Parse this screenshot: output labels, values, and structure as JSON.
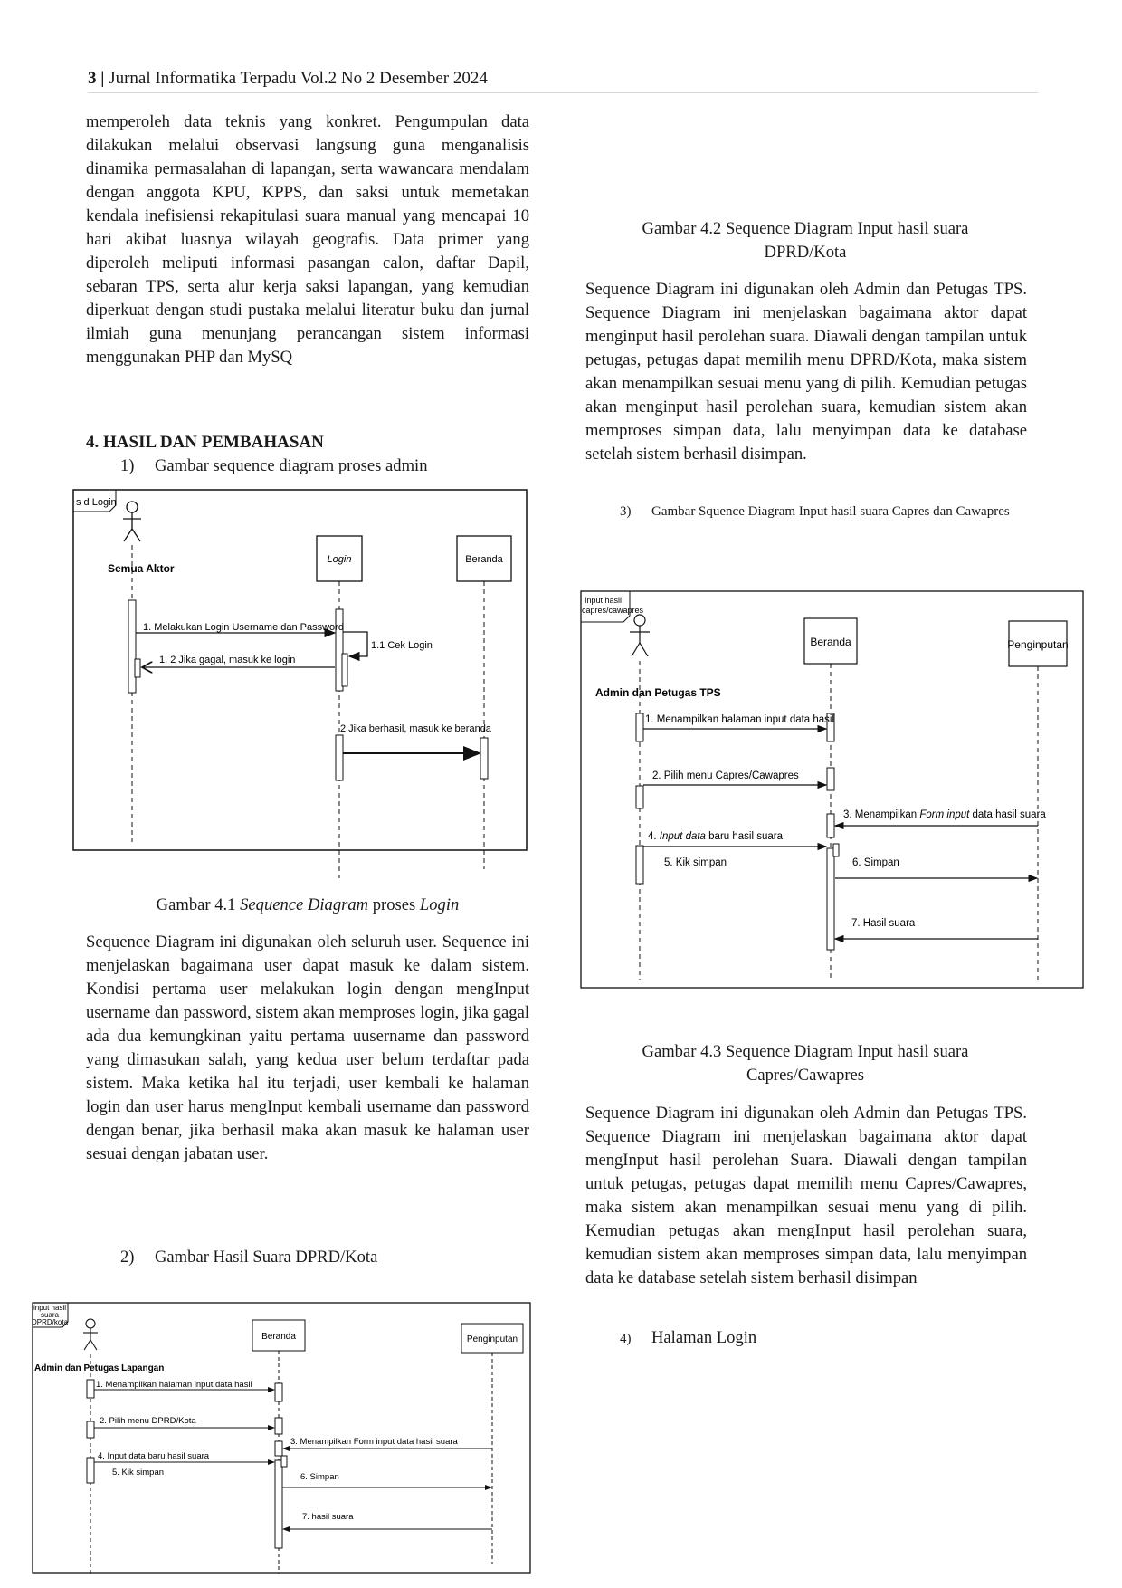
{
  "header": {
    "page_number": "3",
    "separator": "|",
    "journal": "Jurnal Informatika Terpadu Vol.2  No 2 Desember 2024"
  },
  "left": {
    "intro_paragraph": "memperoleh data teknis yang konkret. Pengumpulan data dilakukan melalui observasi langsung guna menganalisis dinamika permasalahan di lapangan, serta wawancara mendalam dengan anggota KPU, KPPS, dan saksi untuk memetakan kendala inefisiensi rekapitulasi suara manual yang mencapai 10 hari akibat luasnya wilayah geografis. Data primer yang diperoleh meliputi informasi pasangan calon, daftar Dapil, sebaran TPS, serta alur kerja saksi lapangan, yang kemudian diperkuat dengan studi pustaka melalui literatur buku dan jurnal ilmiah guna menunjang perancangan sistem informasi menggunakan PHP dan MySQ",
    "section_heading": "4. HASIL DAN PEMBAHASAN",
    "item1": {
      "num": "1)",
      "text": "Gambar sequence diagram proses admin"
    },
    "caption1": {
      "prefix": "Gambar 4.1 ",
      "italic1": "Sequence Diagram",
      "middle": " proses ",
      "italic2": "Login"
    },
    "paragraph1": "Sequence Diagram ini digunakan oleh seluruh user. Sequence ini menjelaskan bagaimana user dapat masuk ke dalam sistem. Kondisi pertama user melakukan login dengan mengInput username dan password, sistem akan memproses login, jika gagal ada dua kemungkinan yaitu pertama uusername dan password yang dimasukan salah, yang kedua user belum terdaftar pada sistem. Maka ketika hal itu terjadi, user kembali ke halaman login dan user harus mengInput kembali username dan password dengan benar, jika berhasil maka akan masuk ke halaman  user sesuai dengan jabatan user.",
    "item2": {
      "num": "2)",
      "text": "Gambar Hasil Suara DPRD/Kota"
    }
  },
  "right": {
    "caption2_line1": "Gambar 4.2 Sequence Diagram Input hasil suara",
    "caption2_line2": "DPRD/Kota",
    "paragraph2": "Sequence Diagram ini digunakan oleh Admin dan Petugas TPS. Sequence Diagram ini menjelaskan bagaimana aktor dapat menginput hasil perolehan suara. Diawali dengan tampilan untuk petugas, petugas dapat memilih menu DPRD/Kota, maka sistem akan menampilkan sesuai menu yang di pilih. Kemudian petugas  akan menginput hasil perolehan suara, kemudian sistem akan memproses simpan data, lalu menyimpan data ke database setelah sistem berhasil disimpan.",
    "item3": {
      "num": "3)",
      "text": "Gambar Squence Diagram Input hasil suara Capres dan Cawapres"
    },
    "caption3_line1": "Gambar 4.3 Sequence Diagram Input hasil suara",
    "caption3_line2": "Capres/Cawapres",
    "paragraph3": "Sequence Diagram ini digunakan oleh Admin dan Petugas TPS. Sequence Diagram ini menjelaskan bagaimana aktor dapat mengInput hasil perolehan Suara. Diawali dengan tampilan untuk petugas, petugas dapat memilih menu Capres/Cawapres, maka sistem akan menampilkan sesuai menu yang di pilih. Kemudian petugas  akan mengInput hasil perolehan suara, kemudian sistem akan memproses simpan data, lalu menyimpan data ke database setelah sistem berhasil disimpan",
    "item4": {
      "num": "4)",
      "text": "Halaman Login"
    }
  },
  "diagram1": {
    "frame_label": "s d Login",
    "actor": "Semua Aktor",
    "obj1": "Login",
    "obj2": "Beranda",
    "m1": "1. Melakukan Login Username dan Password",
    "m11": "1.1 Cek Login",
    "m12": "1. 2 Jika gagal, masuk ke login",
    "m2": "2 Jika berhasil, masuk ke beranda"
  },
  "diagram2": {
    "frame_label_1": "input hasil",
    "frame_label_2": "suara",
    "frame_label_3": "DPRD/kota",
    "actor": "Admin dan Petugas Lapangan",
    "obj1": "Beranda",
    "obj2": "Penginputan",
    "m1": "1. Menampilkan halaman input data hasil",
    "m2": "2. Pilih menu DPRD/Kota",
    "m3": "3. Menampilkan Form input data hasil suara",
    "m4": "4. Input data baru hasil suara",
    "m5": "5. Kik simpan",
    "m6": "6. Simpan",
    "m7": "7. hasil suara"
  },
  "diagram3": {
    "frame_label_1": "Input hasil",
    "frame_label_2": "capres/cawapres",
    "actor": "Admin dan Petugas TPS",
    "obj1": "Beranda",
    "obj2": "Penginputan",
    "m1": "1. Menampilkan halaman input data hasil",
    "m2": "2. Pilih menu Capres/Cawapres",
    "m3_a": "3. Menampilkan ",
    "m3_b": "Form input",
    "m3_c": " data hasil suara",
    "m4_a": "4. ",
    "m4_b": "Input data",
    "m4_c": " baru hasil suara",
    "m5": "5. Kik simpan",
    "m6": "6. Simpan",
    "m7": "7. Hasil suara"
  }
}
